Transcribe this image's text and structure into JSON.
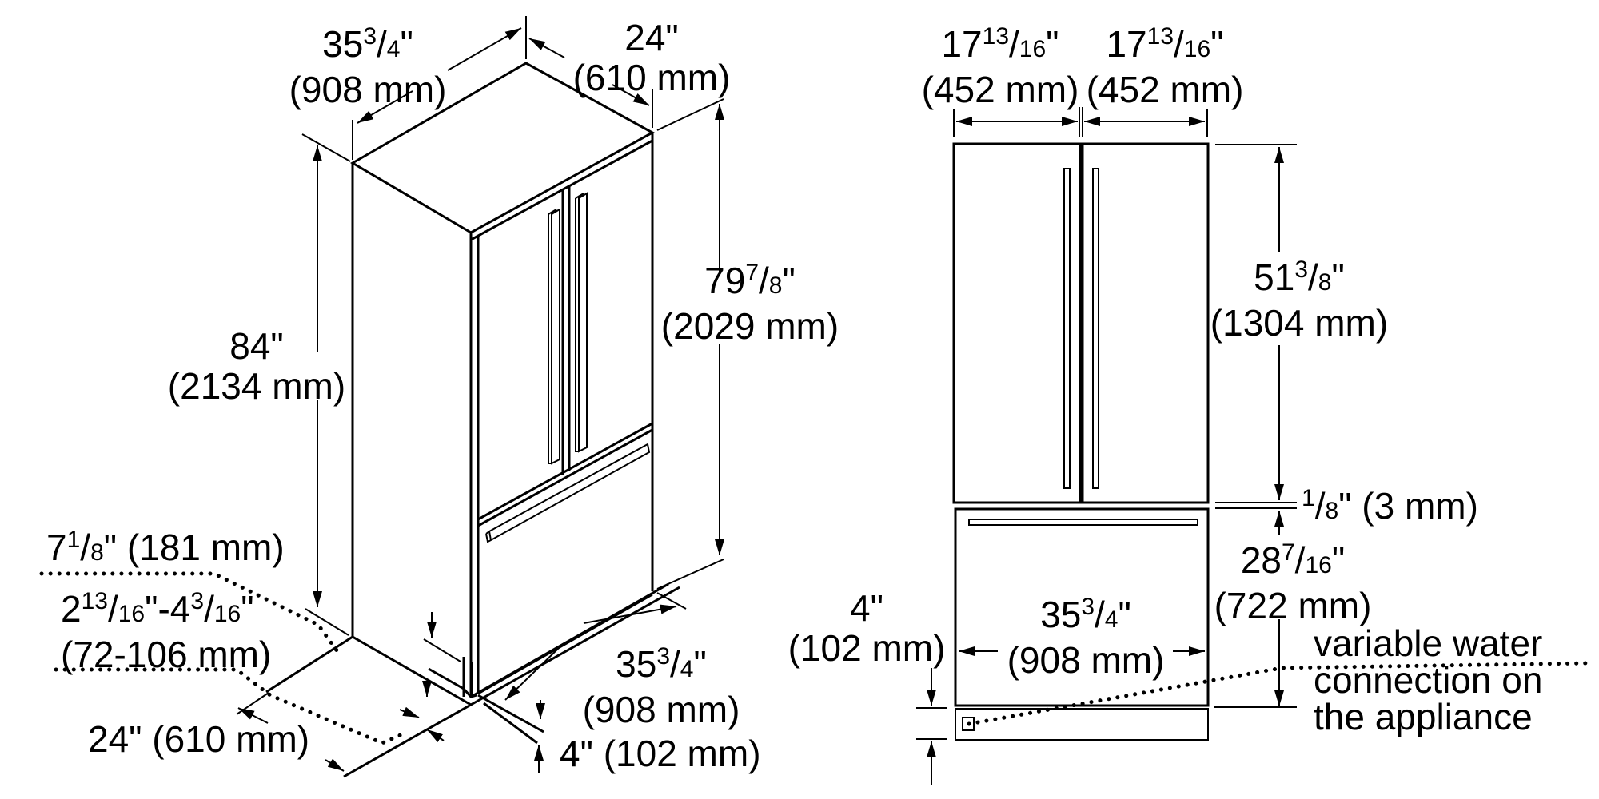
{
  "diagram": {
    "title": "French door refrigerator installation dimensions",
    "views": [
      "isometric",
      "front"
    ],
    "line_color": "#000000",
    "background": "#ffffff"
  },
  "iso_view": {
    "width_top": {
      "whole": "35",
      "num": "3",
      "den": "4",
      "unit": "\"",
      "metric": "(908 mm)"
    },
    "depth_top": {
      "imperial": "24\"",
      "metric": "(610 mm)"
    },
    "overall_height": {
      "imperial": "84\"",
      "metric": "(2134 mm)"
    },
    "cabinet_height": {
      "whole": "79",
      "num": "7",
      "den": "8",
      "unit": "\"",
      "metric": "(2029 mm)"
    },
    "vent_height": {
      "whole": "7",
      "num": "1",
      "den": "8",
      "unit": "\"",
      "metric": "(181 mm)"
    },
    "plinth_range": {
      "a_whole": "2",
      "a_num": "13",
      "a_den": "16",
      "b_whole": "4",
      "b_num": "3",
      "b_den": "16",
      "unit": "\"",
      "metric": "(72-106 mm)"
    },
    "depth_bottom": {
      "imperial": "24\"",
      "metric": "(610 mm)"
    },
    "width_bottom": {
      "whole": "35",
      "num": "3",
      "den": "4",
      "unit": "\"",
      "metric": "(908 mm)"
    },
    "toe_kick": {
      "imperial": "4\"",
      "metric": "(102 mm)"
    }
  },
  "front_view": {
    "left_door_width": {
      "whole": "17",
      "num": "13",
      "den": "16",
      "unit": "\"",
      "metric": "(452 mm)"
    },
    "right_door_width": {
      "whole": "17",
      "num": "13",
      "den": "16",
      "unit": "\"",
      "metric": "(452 mm)"
    },
    "door_height": {
      "whole": "51",
      "num": "3",
      "den": "8",
      "unit": "\"",
      "metric": "(1304 mm)"
    },
    "gap": {
      "num": "1",
      "den": "8",
      "unit": "\"",
      "metric": "(3 mm)"
    },
    "drawer_height": {
      "whole": "28",
      "num": "7",
      "den": "16",
      "unit": "\"",
      "metric": "(722 mm)"
    },
    "overall_width": {
      "whole": "35",
      "num": "3",
      "den": "4",
      "unit": "\"",
      "metric": "(908 mm)"
    },
    "plinth_height": {
      "imperial": "4\"",
      "metric": "(102 mm)"
    },
    "water_note": [
      "variable water",
      "connection on",
      "the appliance"
    ]
  }
}
